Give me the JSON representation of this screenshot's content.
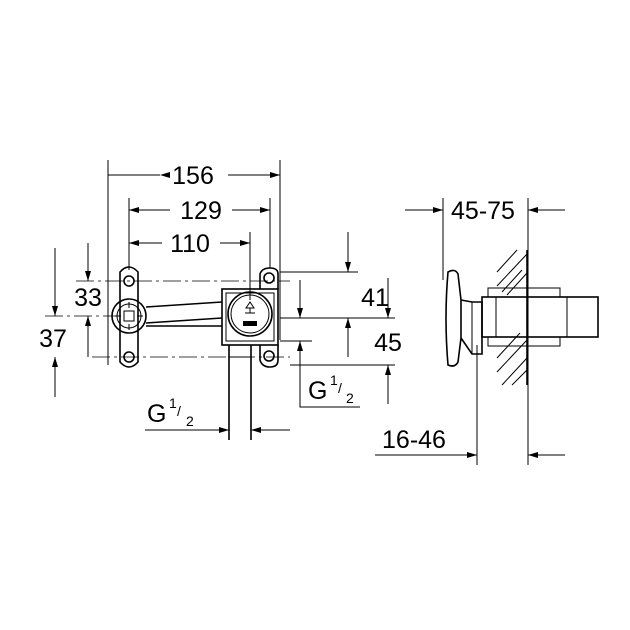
{
  "drawing": {
    "front_view": {
      "dim_overall_width": "156",
      "dim_mount_holes": "129",
      "dim_outlet_center": "110",
      "dim_upper": "33",
      "dim_lower": "37",
      "dim_right_upper": "41",
      "dim_right_lower": "45",
      "thread_side": {
        "letter": "G",
        "num": "1",
        "den": "2"
      },
      "thread_bottom": {
        "letter": "G",
        "num": "1",
        "den": "2"
      }
    },
    "side_view": {
      "dim_wall_depth": "45-75",
      "dim_projection": "16-46"
    }
  }
}
